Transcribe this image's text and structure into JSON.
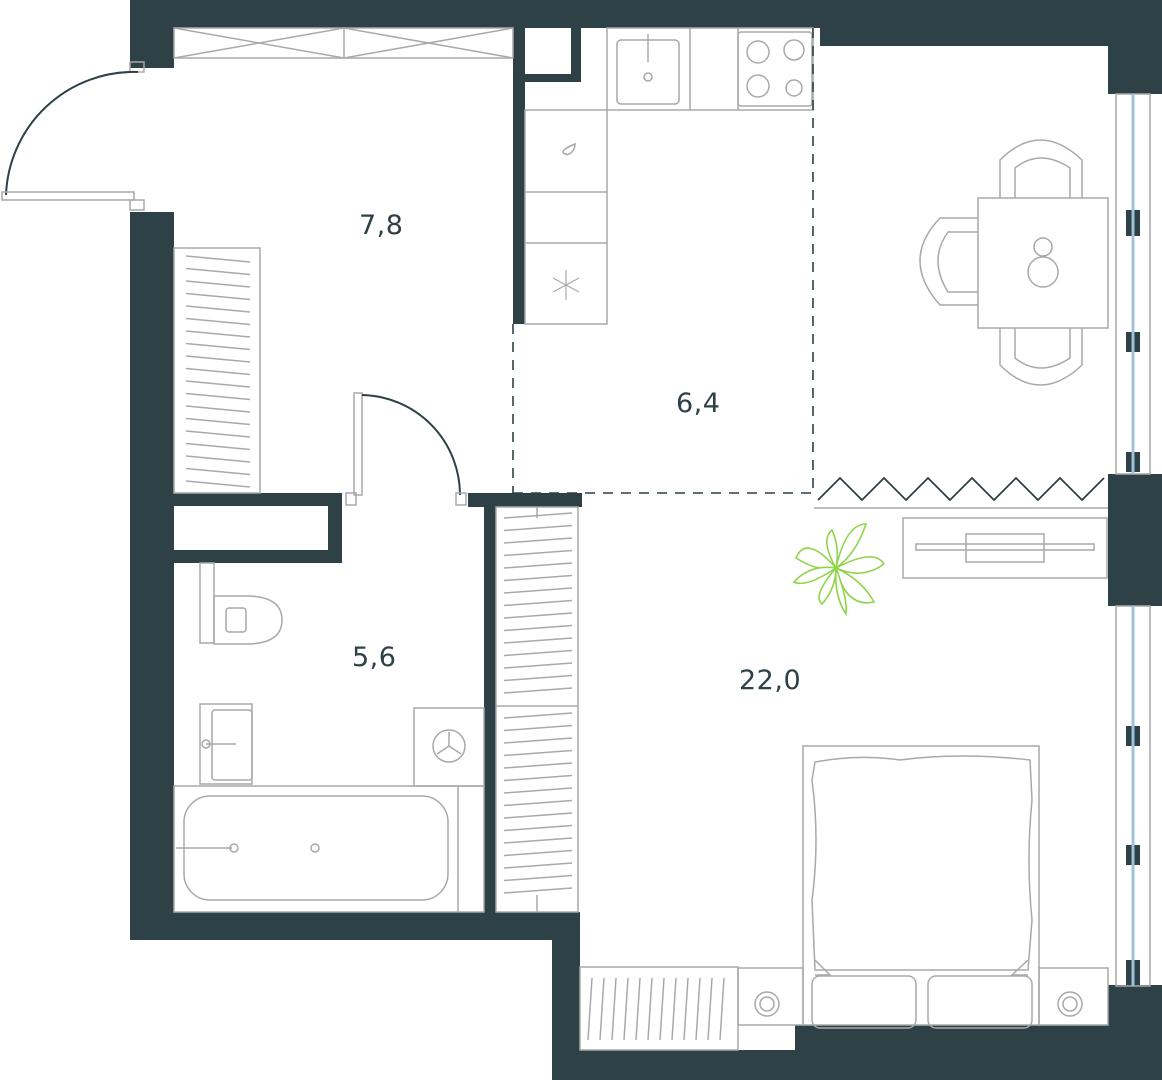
{
  "colors": {
    "wall": "#2e4147",
    "line": "#a9a9a9",
    "label": "#2e4147",
    "window": "#9cc3db",
    "plant": "#8fd44a",
    "background": "#ffffff"
  },
  "rooms": [
    {
      "id": "hallway",
      "area": "7,8"
    },
    {
      "id": "kitchen",
      "area": "6,4"
    },
    {
      "id": "bathroom",
      "area": "5,6"
    },
    {
      "id": "living-room",
      "area": "22,0"
    }
  ]
}
